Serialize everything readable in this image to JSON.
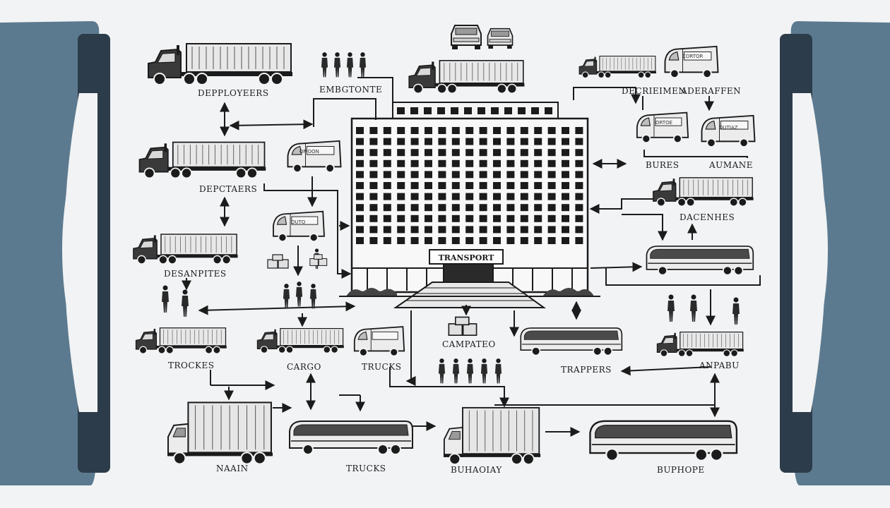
{
  "building": {
    "sign": "TRANSPORT"
  },
  "van_text": {
    "a": "OMOON",
    "b": "OUTO",
    "c": "ORTOE",
    "d": "OUTIAZ",
    "e": "CORTOR"
  },
  "labels": {
    "deployeers": "DEPPLOYEERS",
    "embgtonte": "EMBGTONTE",
    "decrieimen": "DECRIEIMEN",
    "aderaffen": "ADERAFFEN",
    "depctaers": "DEPCTAERS",
    "bures": "BURES",
    "aumane": "AUMANE",
    "dacenhes": "DACENHES",
    "desanpites": "DESANPITES",
    "trockes": "TROCKES",
    "cargo": "CARGO",
    "trucks_mid": "TRUCKS",
    "campateo": "CAMPATEO",
    "trappers": "TRAPPERS",
    "anpabu": "ANPABU",
    "naain": "NAAIN",
    "trucks_bottom": "TRUCKS",
    "buhaoiay": "BUHAOIAY",
    "buphope": "BUPHOPE"
  },
  "colors": {
    "ink": "#1b1b1b",
    "panel": "#5c7a8f",
    "panel_dark": "#2c3c4a",
    "paper": "#f1f3f5"
  }
}
